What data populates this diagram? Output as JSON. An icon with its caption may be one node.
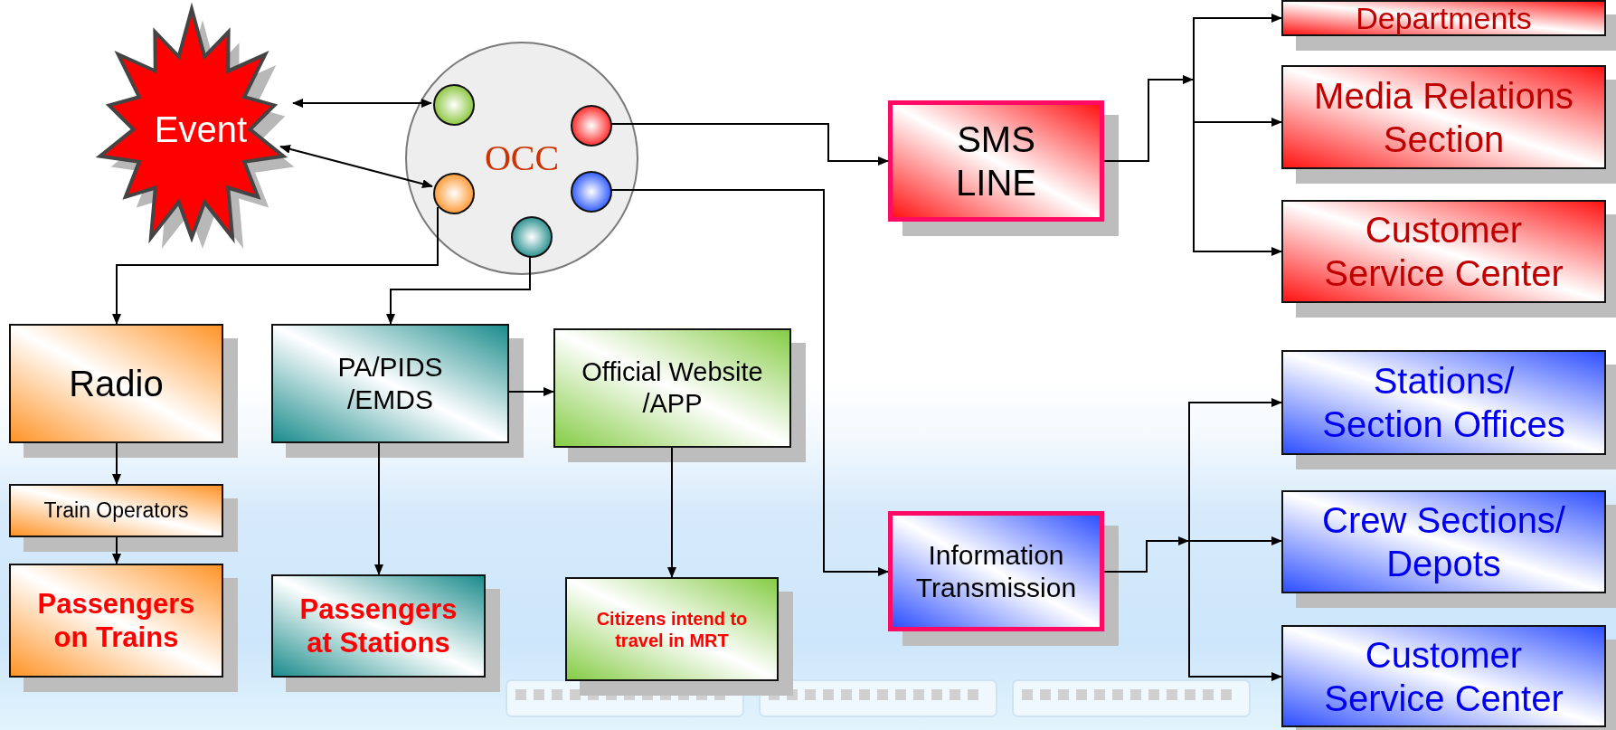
{
  "diagram": {
    "nodes": [
      {
        "text": [
          "Event"
        ]
      },
      {
        "text": [
          "OCC"
        ]
      },
      {
        "text": [],
        "shape": "circle",
        "in": 1
      },
      {
        "text": [],
        "shape": "circle",
        "in": 1
      },
      {
        "text": [],
        "shape": "circle",
        "in": 1
      },
      {
        "text": [],
        "shape": "circle",
        "in": 1
      },
      {
        "text": [],
        "shape": "circle",
        "in": 1
      },
      {
        "text": [
          "Departments"
        ]
      },
      {
        "text": [
          "SMS LINE"
        ]
      },
      {
        "text": [
          "Media Relations Section"
        ]
      },
      {
        "text": [
          "Customer Service Center"
        ]
      },
      {
        "text": [
          "Radio"
        ]
      },
      {
        "text": [
          "PA/PIDS /EMDS"
        ]
      },
      {
        "text": [
          "Official Website /APP"
        ]
      },
      {
        "text": [
          "Stations/ Section Offices"
        ]
      },
      {
        "text": [
          "Train Operators"
        ]
      },
      {
        "text": [
          "Information Transmission"
        ]
      },
      {
        "text": [
          "Crew Sections/ Depots"
        ]
      },
      {
        "text": [
          "Passengers on Trains"
        ]
      },
      {
        "text": [
          "Passengers at Stations"
        ]
      },
      {
        "text": [
          "Citizens intend to travel in MRT"
        ]
      },
      {
        "text": [
          "Customer Service Center"
        ]
      }
    ],
    "edges": [
      {
        "from": 0,
        "to": 2,
        "arrow": "both"
      },
      {
        "from": 0,
        "to": 4,
        "arrow": "both"
      },
      {
        "from": 3,
        "to": 8,
        "arrow": "to"
      },
      {
        "from": 5,
        "to": 16,
        "arrow": "to"
      },
      {
        "from": 8,
        "to": 7,
        "arrow": "to"
      },
      {
        "from": 8,
        "to": 9,
        "arrow": "to"
      },
      {
        "from": 8,
        "to": 10,
        "arrow": "to"
      },
      {
        "from": 4,
        "to": 11,
        "arrow": "to"
      },
      {
        "from": 6,
        "to": 12,
        "arrow": "to"
      },
      {
        "from": 12,
        "to": 13,
        "arrow": "to"
      },
      {
        "from": 11,
        "to": 15,
        "arrow": "to"
      },
      {
        "from": 15,
        "to": 18,
        "arrow": "to"
      },
      {
        "from": 12,
        "to": 19,
        "arrow": "to"
      },
      {
        "from": 13,
        "to": 20,
        "arrow": "to"
      },
      {
        "from": 16,
        "to": 14,
        "arrow": "to"
      },
      {
        "from": 16,
        "to": 17,
        "arrow": "to"
      },
      {
        "from": 16,
        "to": 21,
        "arrow": "to"
      }
    ]
  }
}
